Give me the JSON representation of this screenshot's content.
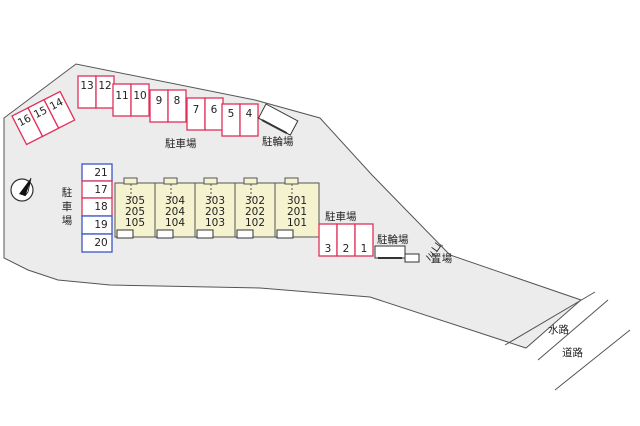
{
  "labels": {
    "parking_top": "駐車場",
    "bike_top": "駐輪場",
    "parking_left": [
      "駐",
      "車",
      "場"
    ],
    "parking_right": "駐車場",
    "bike_right": "駐輪場",
    "garbage": [
      "ゴ",
      "ミ",
      "置",
      "場"
    ],
    "waterway": "水路",
    "road": "道路"
  },
  "parking": {
    "top_left": [
      "16",
      "15",
      "14"
    ],
    "top_row": [
      "13",
      "12",
      "11",
      "10",
      "9",
      "8",
      "7",
      "6",
      "5",
      "4"
    ],
    "left_column": [
      {
        "num": "21",
        "color": "blue"
      },
      {
        "num": "17",
        "color": "red"
      },
      {
        "num": "18",
        "color": "red"
      },
      {
        "num": "19",
        "color": "blue"
      },
      {
        "num": "20",
        "color": "blue"
      }
    ],
    "right": [
      "3",
      "2",
      "1"
    ]
  },
  "building": {
    "units": [
      {
        "floor3": "305",
        "floor2": "205",
        "floor1": "105"
      },
      {
        "floor3": "304",
        "floor2": "204",
        "floor1": "104"
      },
      {
        "floor3": "303",
        "floor2": "203",
        "floor1": "103"
      },
      {
        "floor3": "302",
        "floor2": "202",
        "floor1": "102"
      },
      {
        "floor3": "301",
        "floor2": "201",
        "floor1": "101"
      }
    ]
  },
  "colors": {
    "lot_fill": "#ececec",
    "spot_red": "#e0305a",
    "spot_blue": "#3b55c8",
    "building_fill": "#f5f2cf"
  },
  "icons": [
    "north-arrow-icon"
  ]
}
